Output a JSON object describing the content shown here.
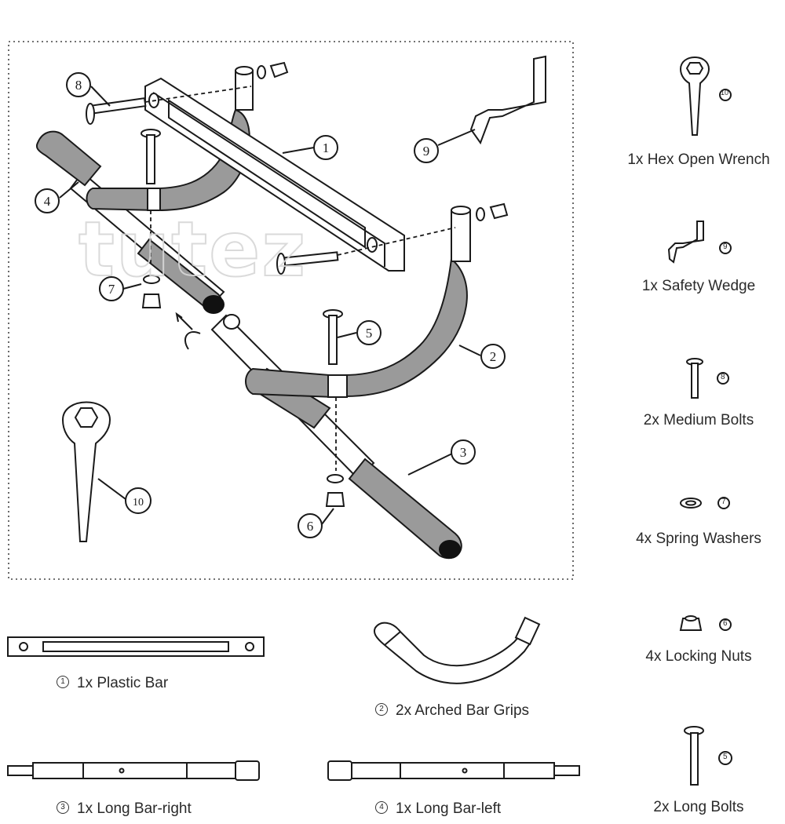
{
  "watermark": "tutez",
  "callouts": [
    "1",
    "2",
    "3",
    "4",
    "5",
    "6",
    "7",
    "8",
    "9",
    "10"
  ],
  "right_parts": [
    {
      "num": "10",
      "label": "1x Hex Open Wrench",
      "icon": "hex-open-wrench-icon"
    },
    {
      "num": "9",
      "label": "1x Safety Wedge",
      "icon": "safety-wedge-icon"
    },
    {
      "num": "8",
      "label": "2x Medium Bolts",
      "icon": "medium-bolt-icon"
    },
    {
      "num": "7",
      "label": "4x Spring Washers",
      "icon": "spring-washer-icon"
    },
    {
      "num": "6",
      "label": "4x Locking Nuts",
      "icon": "locking-nut-icon"
    },
    {
      "num": "5",
      "label": "2x Long Bolts",
      "icon": "long-bolt-icon"
    }
  ],
  "bottom_parts": [
    {
      "num": "1",
      "label": "1x Plastic Bar",
      "icon": "plastic-bar-icon"
    },
    {
      "num": "2",
      "label": "2x Arched Bar Grips",
      "icon": "arched-bar-grip-icon"
    },
    {
      "num": "3",
      "label": "1x Long Bar-right",
      "icon": "long-bar-right-icon"
    },
    {
      "num": "4",
      "label": "1x Long Bar-left",
      "icon": "long-bar-left-icon"
    }
  ]
}
